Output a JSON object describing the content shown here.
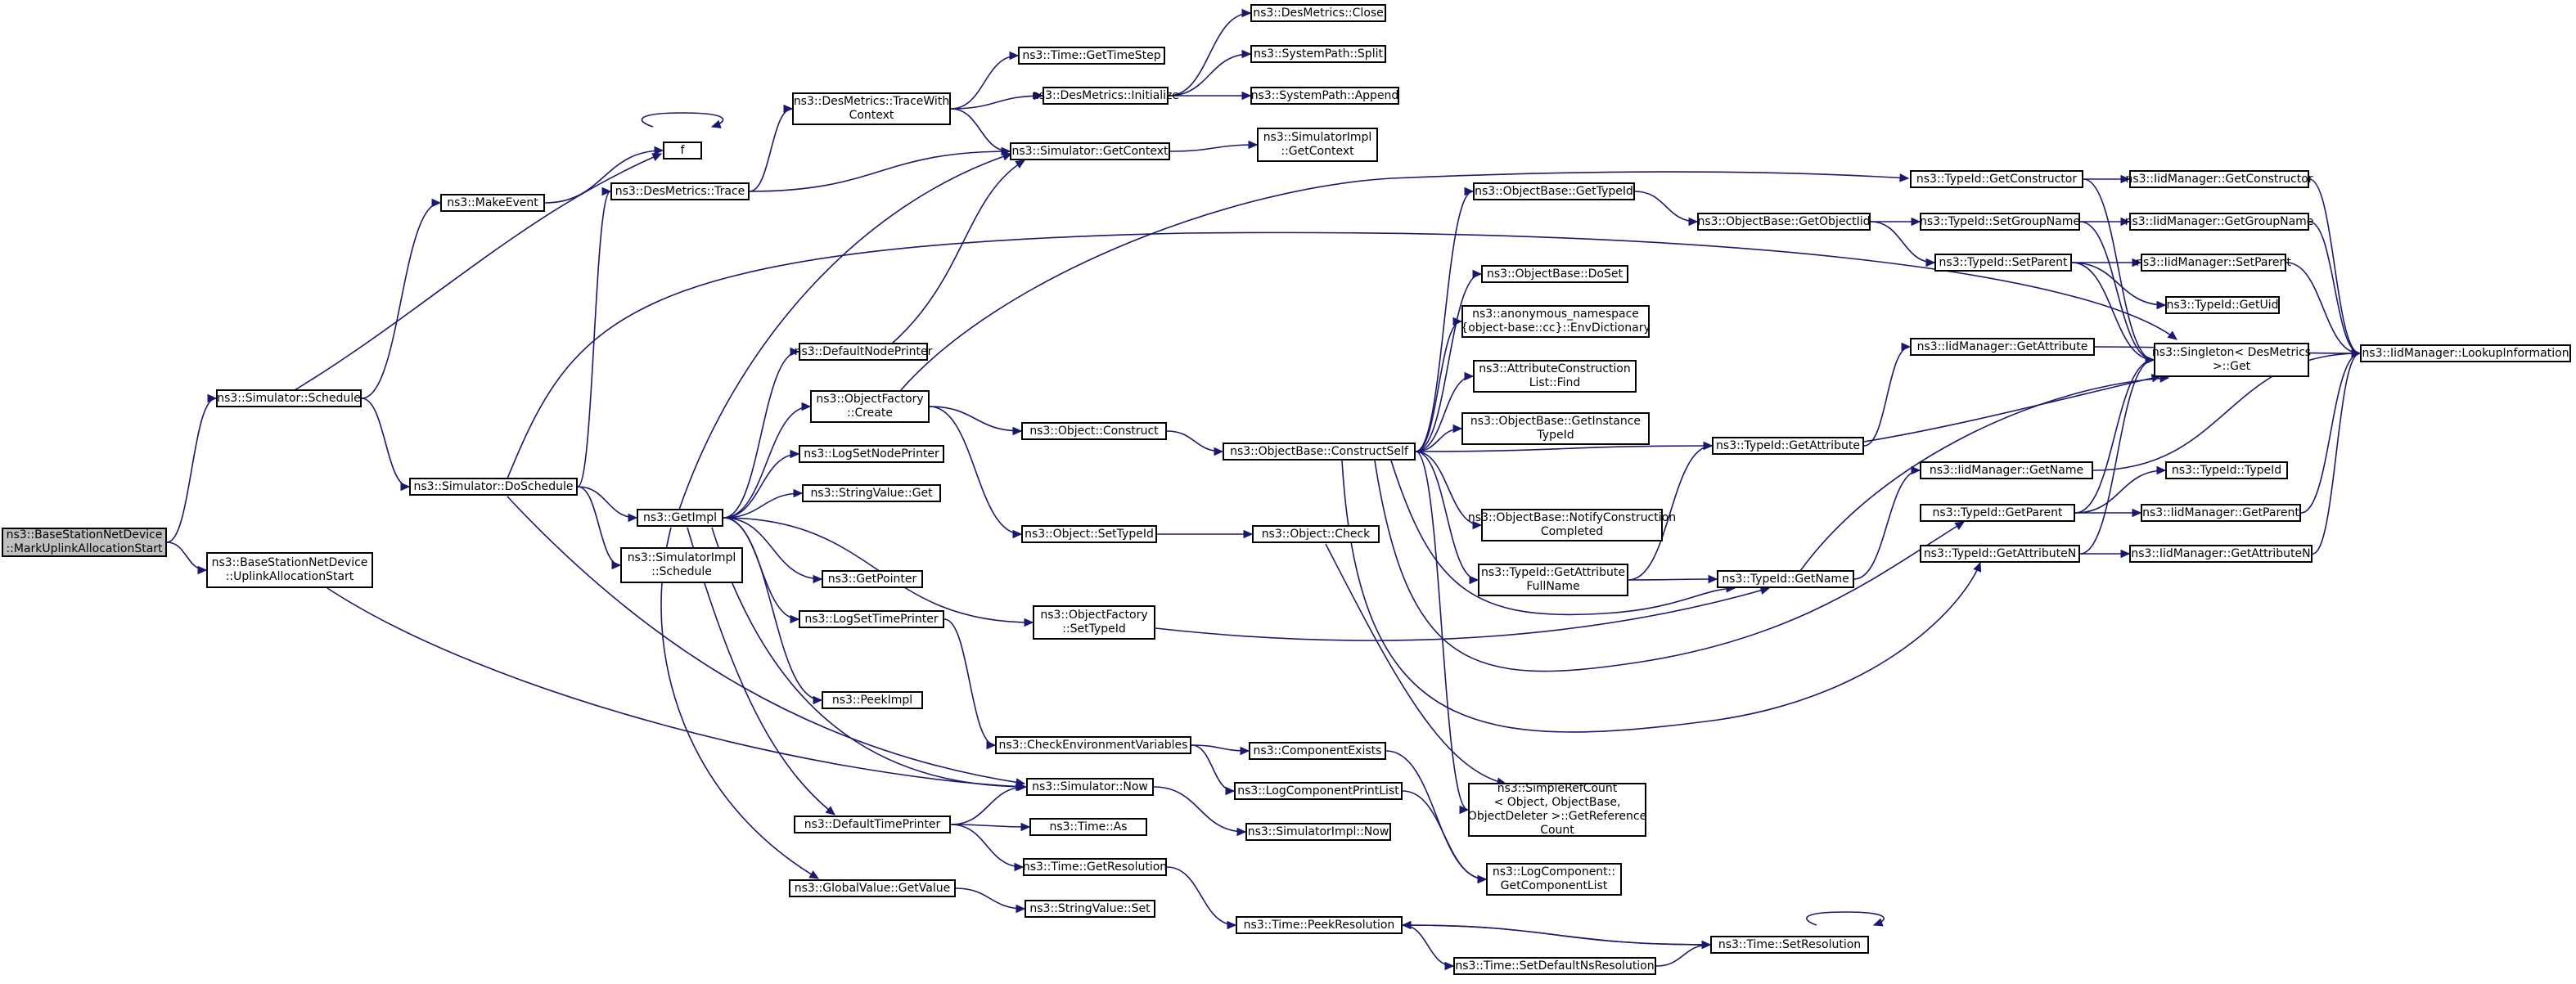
{
  "colors": {
    "edge": "#191970",
    "node_border": "#000000",
    "node_fill": "#ffffff",
    "root_fill": "#bfbfbf"
  },
  "nodes": {
    "n0": {
      "lines": [
        "ns3::BaseStationNetDevice",
        "::MarkUplinkAllocationStart"
      ]
    },
    "n1": {
      "lines": [
        "ns3::Simulator::Schedule"
      ]
    },
    "n2": {
      "lines": [
        "ns3::BaseStationNetDevice",
        "::UplinkAllocationStart"
      ]
    },
    "n3": {
      "lines": [
        "ns3::MakeEvent"
      ]
    },
    "n4": {
      "lines": [
        "ns3::Simulator::DoSchedule"
      ]
    },
    "n5": {
      "lines": [
        "f"
      ]
    },
    "n6": {
      "lines": [
        "ns3::DesMetrics::Trace"
      ]
    },
    "n7": {
      "lines": [
        "ns3::GetImpl"
      ]
    },
    "n8": {
      "lines": [
        "ns3::SimulatorImpl",
        "::Schedule"
      ]
    },
    "n9": {
      "lines": [
        "ns3::Simulator::Now"
      ]
    },
    "n10": {
      "lines": [
        "ns3::DesMetrics::TraceWith",
        "Context"
      ]
    },
    "n11": {
      "lines": [
        "ns3::Simulator::GetContext"
      ]
    },
    "n12": {
      "lines": [
        "ns3::Time::GetTimeStep"
      ]
    },
    "n13": {
      "lines": [
        "ns3::DesMetrics::Initialize"
      ]
    },
    "n14": {
      "lines": [
        "ns3::DesMetrics::Close"
      ]
    },
    "n15": {
      "lines": [
        "ns3::SystemPath::Split"
      ]
    },
    "n16": {
      "lines": [
        "ns3::SystemPath::Append"
      ]
    },
    "n17": {
      "lines": [
        "ns3::SimulatorImpl",
        "::GetContext"
      ]
    },
    "n18": {
      "lines": [
        "ns3::Singleton< DesMetrics",
        " >::Get"
      ]
    },
    "n19": {
      "lines": [
        "ns3::DefaultNodePrinter"
      ]
    },
    "n20": {
      "lines": [
        "ns3::ObjectFactory",
        "::Create"
      ]
    },
    "n21": {
      "lines": [
        "ns3::LogSetNodePrinter"
      ]
    },
    "n22": {
      "lines": [
        "ns3::StringValue::Get"
      ]
    },
    "n23": {
      "lines": [
        "ns3::GetPointer"
      ]
    },
    "n24": {
      "lines": [
        "ns3::LogSetTimePrinter"
      ]
    },
    "n25": {
      "lines": [
        "ns3::PeekImpl"
      ]
    },
    "n26": {
      "lines": [
        "ns3::DefaultTimePrinter"
      ]
    },
    "n27": {
      "lines": [
        "ns3::GlobalValue::GetValue"
      ]
    },
    "n28": {
      "lines": [
        "ns3::ObjectFactory",
        "::SetTypeId"
      ]
    },
    "n29": {
      "lines": [
        "ns3::TypeId::GetConstructor"
      ]
    },
    "n30": {
      "lines": [
        "ns3::Object::Construct"
      ]
    },
    "n31": {
      "lines": [
        "ns3::Object::SetTypeId"
      ]
    },
    "n32": {
      "lines": [
        "ns3::ObjectBase::ConstructSelf"
      ]
    },
    "n33": {
      "lines": [
        "ns3::Object::Check"
      ]
    },
    "n34": {
      "lines": [
        "ns3::CheckEnvironmentVariables"
      ]
    },
    "n35": {
      "lines": [
        "ns3::ComponentExists"
      ]
    },
    "n36": {
      "lines": [
        "ns3::LogComponentPrintList"
      ]
    },
    "n37": {
      "lines": [
        "ns3::Time::As"
      ]
    },
    "n38": {
      "lines": [
        "ns3::Time::GetResolution"
      ]
    },
    "n39": {
      "lines": [
        "ns3::SimulatorImpl::Now"
      ]
    },
    "n40": {
      "lines": [
        "ns3::StringValue::Set"
      ]
    },
    "n41": {
      "lines": [
        "ns3::Time::PeekResolution"
      ]
    },
    "n42": {
      "lines": [
        "ns3::ObjectBase::GetTypeId"
      ]
    },
    "n43": {
      "lines": [
        "ns3::ObjectBase::DoSet"
      ]
    },
    "n44": {
      "lines": [
        "ns3::anonymous_namespace",
        "{object-base::cc}::EnvDictionary"
      ]
    },
    "n45": {
      "lines": [
        "ns3::AttributeConstruction",
        "List::Find"
      ]
    },
    "n46": {
      "lines": [
        "ns3::ObjectBase::GetInstance",
        "TypeId"
      ]
    },
    "n47": {
      "lines": [
        "ns3::ObjectBase::NotifyConstruction",
        "Completed"
      ]
    },
    "n48": {
      "lines": [
        "ns3::TypeId::GetAttribute",
        "FullName"
      ]
    },
    "n49": {
      "lines": [
        "ns3::SimpleRefCount",
        "< Object, ObjectBase,",
        " ObjectDeleter >::GetReference",
        "Count"
      ]
    },
    "n50": {
      "lines": [
        "ns3::LogComponent::",
        "GetComponentList"
      ]
    },
    "n51": {
      "lines": [
        "ns3::ObjectBase::GetObjectIid"
      ]
    },
    "n52": {
      "lines": [
        "ns3::TypeId::GetAttribute"
      ]
    },
    "n53": {
      "lines": [
        "ns3::TypeId::GetName"
      ]
    },
    "n54": {
      "lines": [
        "ns3::TypeId::GetParent"
      ]
    },
    "n55": {
      "lines": [
        "ns3::TypeId::GetAttributeN"
      ]
    },
    "n56": {
      "lines": [
        "ns3::Time::SetDefaultNsResolution"
      ]
    },
    "n57": {
      "lines": [
        "ns3::Time::SetResolution"
      ]
    },
    "n58": {
      "lines": [
        "ns3::TypeId::SetGroupName"
      ]
    },
    "n59": {
      "lines": [
        "ns3::TypeId::SetParent"
      ]
    },
    "n60": {
      "lines": [
        "ns3::IidManager::GetAttribute"
      ]
    },
    "n61": {
      "lines": [
        "ns3::IidManager::GetName"
      ]
    },
    "n62": {
      "lines": [
        "ns3::IidManager::GetConstructor"
      ]
    },
    "n63": {
      "lines": [
        "ns3::IidManager::GetGroupName"
      ]
    },
    "n64": {
      "lines": [
        "ns3::IidManager::SetParent"
      ]
    },
    "n65": {
      "lines": [
        "ns3::TypeId::GetUid"
      ]
    },
    "n66": {
      "lines": [
        "ns3::TypeId::TypeId"
      ]
    },
    "n67": {
      "lines": [
        "ns3::IidManager::GetParent"
      ]
    },
    "n68": {
      "lines": [
        "ns3::IidManager::GetAttributeN"
      ]
    },
    "n69": {
      "lines": [
        "ns3::IidManager::LookupInformation"
      ]
    }
  },
  "edges": [
    [
      "n0",
      "n1"
    ],
    [
      "n0",
      "n2"
    ],
    [
      "n1",
      "n3"
    ],
    [
      "n1",
      "n5"
    ],
    [
      "n1",
      "n4"
    ],
    [
      "n2",
      "n9"
    ],
    [
      "n3",
      "n5"
    ],
    [
      "n5",
      "n5"
    ],
    [
      "n4",
      "n6"
    ],
    [
      "n4",
      "n7"
    ],
    [
      "n4",
      "n8"
    ],
    [
      "n4",
      "n9"
    ],
    [
      "n4",
      "n18"
    ],
    [
      "n6",
      "n10"
    ],
    [
      "n6",
      "n11"
    ],
    [
      "n7",
      "n11"
    ],
    [
      "n7",
      "n19"
    ],
    [
      "n7",
      "n20"
    ],
    [
      "n7",
      "n21"
    ],
    [
      "n7",
      "n22"
    ],
    [
      "n7",
      "n23"
    ],
    [
      "n7",
      "n24"
    ],
    [
      "n7",
      "n25"
    ],
    [
      "n7",
      "n26"
    ],
    [
      "n7",
      "n27"
    ],
    [
      "n7",
      "n28"
    ],
    [
      "n7",
      "n9"
    ],
    [
      "n10",
      "n12"
    ],
    [
      "n10",
      "n13"
    ],
    [
      "n10",
      "n11"
    ],
    [
      "n13",
      "n14"
    ],
    [
      "n13",
      "n15"
    ],
    [
      "n13",
      "n16"
    ],
    [
      "n11",
      "n17"
    ],
    [
      "n19",
      "n11"
    ],
    [
      "n20",
      "n29"
    ],
    [
      "n20",
      "n30"
    ],
    [
      "n20",
      "n31"
    ],
    [
      "n30",
      "n32"
    ],
    [
      "n31",
      "n33"
    ],
    [
      "n24",
      "n34"
    ],
    [
      "n34",
      "n35"
    ],
    [
      "n34",
      "n36"
    ],
    [
      "n26",
      "n9"
    ],
    [
      "n26",
      "n37"
    ],
    [
      "n26",
      "n38"
    ],
    [
      "n9",
      "n39"
    ],
    [
      "n27",
      "n40"
    ],
    [
      "n38",
      "n41"
    ],
    [
      "n28",
      "n53"
    ],
    [
      "n32",
      "n42"
    ],
    [
      "n32",
      "n43"
    ],
    [
      "n32",
      "n44"
    ],
    [
      "n32",
      "n45"
    ],
    [
      "n32",
      "n46"
    ],
    [
      "n32",
      "n47"
    ],
    [
      "n32",
      "n48"
    ],
    [
      "n32",
      "n49"
    ],
    [
      "n32",
      "n52"
    ],
    [
      "n32",
      "n53"
    ],
    [
      "n32",
      "n54"
    ],
    [
      "n32",
      "n55"
    ],
    [
      "n33",
      "n49"
    ],
    [
      "n35",
      "n50"
    ],
    [
      "n36",
      "n50"
    ],
    [
      "n42",
      "n51"
    ],
    [
      "n51",
      "n58"
    ],
    [
      "n51",
      "n59"
    ],
    [
      "n48",
      "n52"
    ],
    [
      "n48",
      "n53"
    ],
    [
      "n52",
      "n60"
    ],
    [
      "n52",
      "n18"
    ],
    [
      "n53",
      "n61"
    ],
    [
      "n53",
      "n18"
    ],
    [
      "n54",
      "n66"
    ],
    [
      "n54",
      "n67"
    ],
    [
      "n54",
      "n18"
    ],
    [
      "n55",
      "n68"
    ],
    [
      "n55",
      "n18"
    ],
    [
      "n29",
      "n62"
    ],
    [
      "n29",
      "n18"
    ],
    [
      "n58",
      "n63"
    ],
    [
      "n58",
      "n18"
    ],
    [
      "n59",
      "n64"
    ],
    [
      "n59",
      "n65"
    ],
    [
      "n59",
      "n18"
    ],
    [
      "n41",
      "n57"
    ],
    [
      "n41",
      "n56"
    ],
    [
      "n56",
      "n57"
    ],
    [
      "n57",
      "n41"
    ],
    [
      "n57",
      "n57"
    ],
    [
      "n60",
      "n69"
    ],
    [
      "n61",
      "n69"
    ],
    [
      "n62",
      "n69"
    ],
    [
      "n63",
      "n69"
    ],
    [
      "n64",
      "n69"
    ],
    [
      "n67",
      "n69"
    ],
    [
      "n68",
      "n69"
    ]
  ]
}
